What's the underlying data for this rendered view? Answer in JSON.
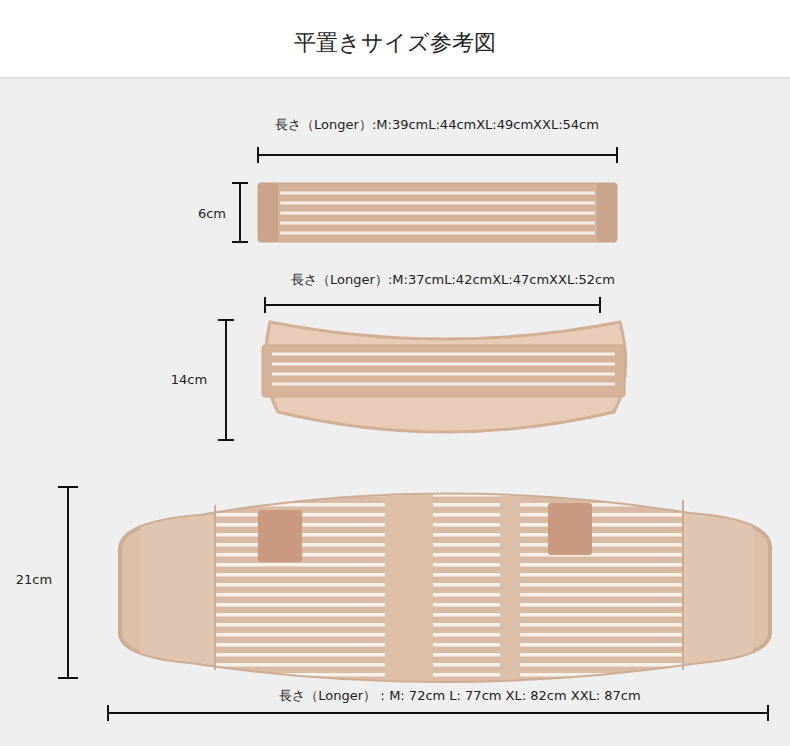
{
  "diagram": {
    "title": "平置きサイズ参考図",
    "labels": [
      "長さ（Longer）:M:39cmL:44cmXL:49cmXXL:54cm",
      "6cm",
      "長さ（Longer）:M:37cmL:42cmXL:47cmXXL:52cm",
      "14cm",
      "21cm",
      "長さ（Longer）：M:  72cm L:  77cm XL:  82cm XXL:  87cm"
    ]
  }
}
